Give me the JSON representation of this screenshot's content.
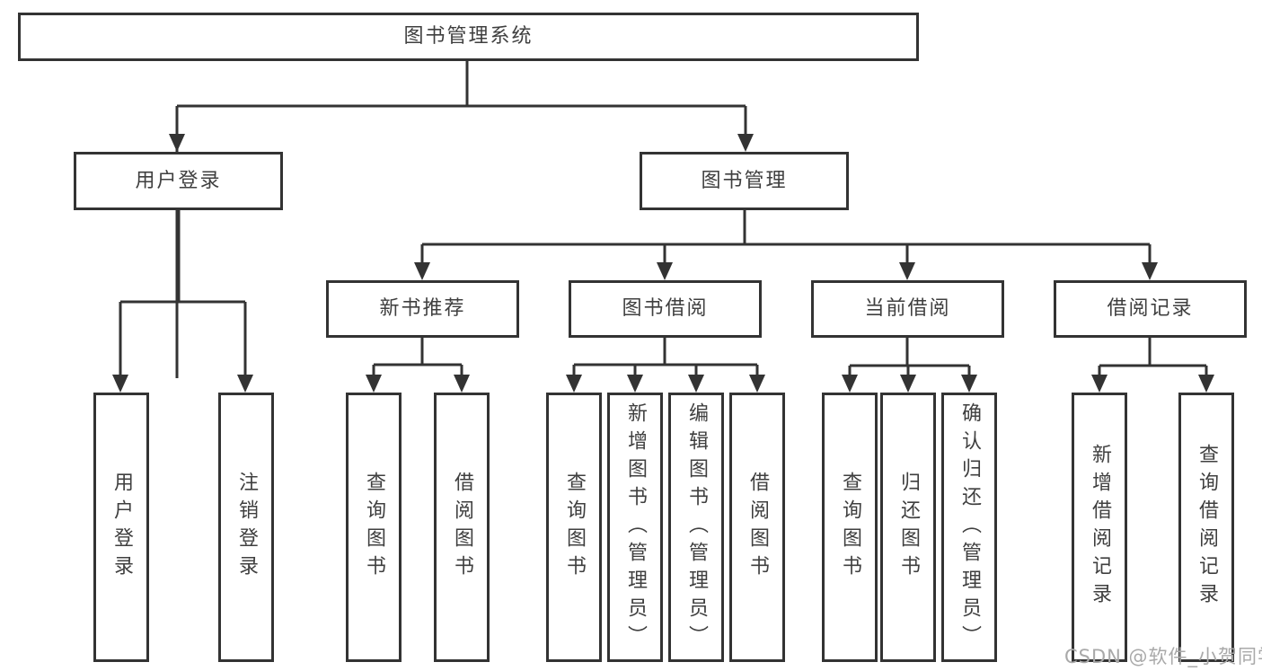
{
  "tree": {
    "root": {
      "label": "图书管理系统"
    },
    "user_login": {
      "label": "用户登录",
      "children": [
        {
          "label": "用户登录"
        },
        {
          "label": "注销登录"
        }
      ]
    },
    "book_management": {
      "label": "图书管理",
      "sections": {
        "new_book_recommend": {
          "label": "新书推荐",
          "children": [
            {
              "label": "查询图书"
            },
            {
              "label": "借阅图书"
            }
          ]
        },
        "book_borrow": {
          "label": "图书借阅",
          "children": [
            {
              "label": "查询图书"
            },
            {
              "label": "新增图书（管理员）"
            },
            {
              "label": "编辑图书（管理员）"
            },
            {
              "label": "借阅图书"
            }
          ]
        },
        "current_borrow": {
          "label": "当前借阅",
          "children": [
            {
              "label": "查询图书"
            },
            {
              "label": "归还图书"
            },
            {
              "label": "确认归还（管理员）"
            }
          ]
        },
        "borrow_records": {
          "label": "借阅记录",
          "children": [
            {
              "label": "新增借阅记录"
            },
            {
              "label": "查询借阅记录"
            }
          ]
        }
      }
    }
  },
  "watermark": {
    "text": "CSDN @软件_小贺同学"
  },
  "colors": {
    "line": "#333333",
    "box_border": "#333333",
    "text": "#3f3f3f",
    "background": "#ffffff",
    "watermark": "#a9a9a9"
  }
}
